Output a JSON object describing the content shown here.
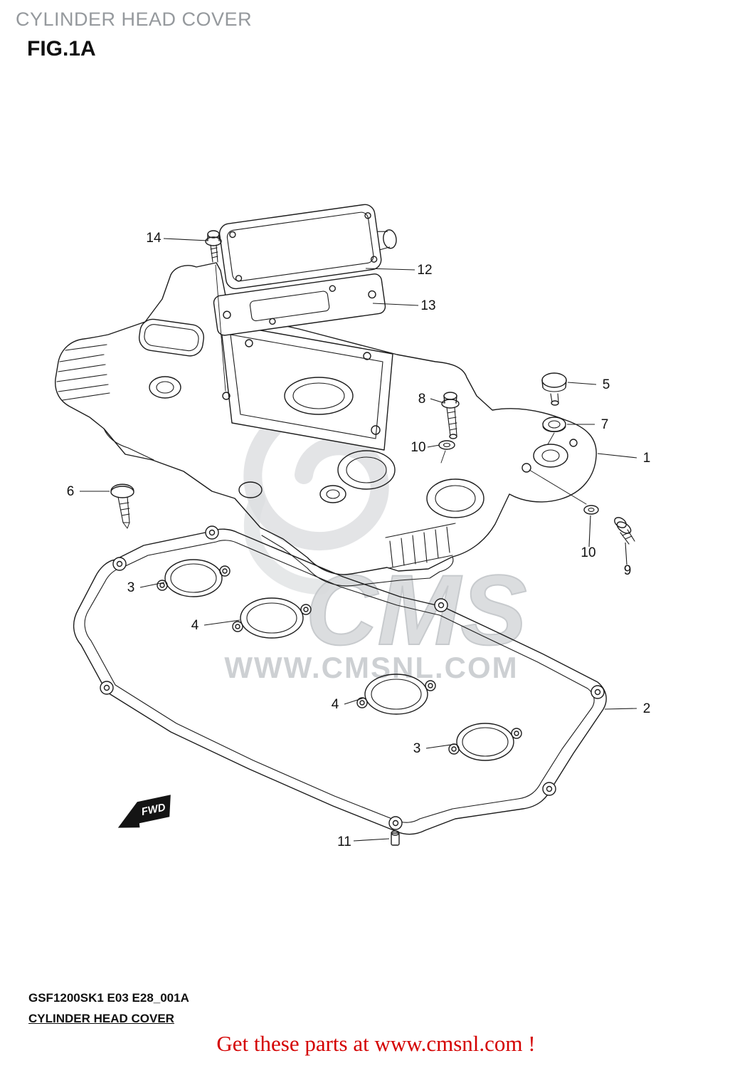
{
  "header": {
    "title": "CYLINDER HEAD COVER",
    "fig": "FIG.1A"
  },
  "footer": {
    "code": "GSF1200SK1 E03 E28_001A",
    "title": "CYLINDER HEAD COVER",
    "promo": "Get these parts at www.cmsnl.com !"
  },
  "watermark": {
    "logo": "CMS",
    "url": "WWW.CMSNL.COM"
  },
  "diagram": {
    "fwd": "FWD"
  },
  "callouts": [
    {
      "num": "14"
    },
    {
      "num": "12"
    },
    {
      "num": "13"
    },
    {
      "num": "8"
    },
    {
      "num": "5"
    },
    {
      "num": "7"
    },
    {
      "num": "10"
    },
    {
      "num": "1"
    },
    {
      "num": "6"
    },
    {
      "num": "10"
    },
    {
      "num": "9"
    },
    {
      "num": "3"
    },
    {
      "num": "4"
    },
    {
      "num": "4"
    },
    {
      "num": "3"
    },
    {
      "num": "2"
    },
    {
      "num": "11"
    }
  ],
  "colors": {
    "promo_red": "#d40000",
    "title_gray": "#95999d",
    "line_black": "#1c1c1c",
    "watermark_gray": "#ccd0d2"
  }
}
